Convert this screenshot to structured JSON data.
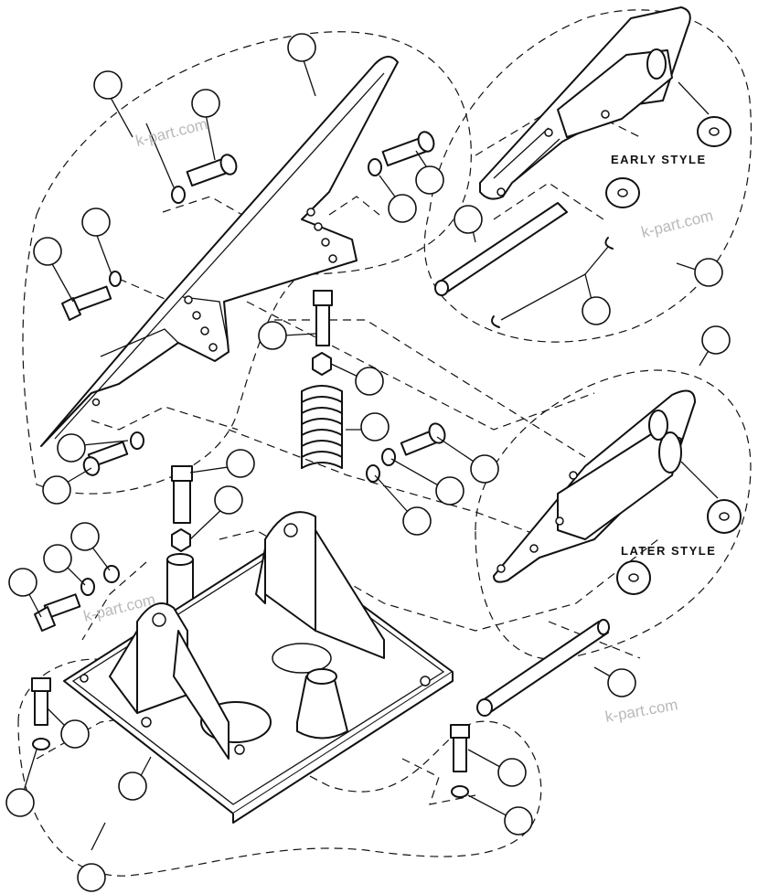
{
  "labels": {
    "early_style": "EARLY STYLE",
    "later_style": "LATER STYLE"
  },
  "watermarks": [
    "k-part.com",
    "k-part.com",
    "k-part.com",
    "k-part.com"
  ]
}
